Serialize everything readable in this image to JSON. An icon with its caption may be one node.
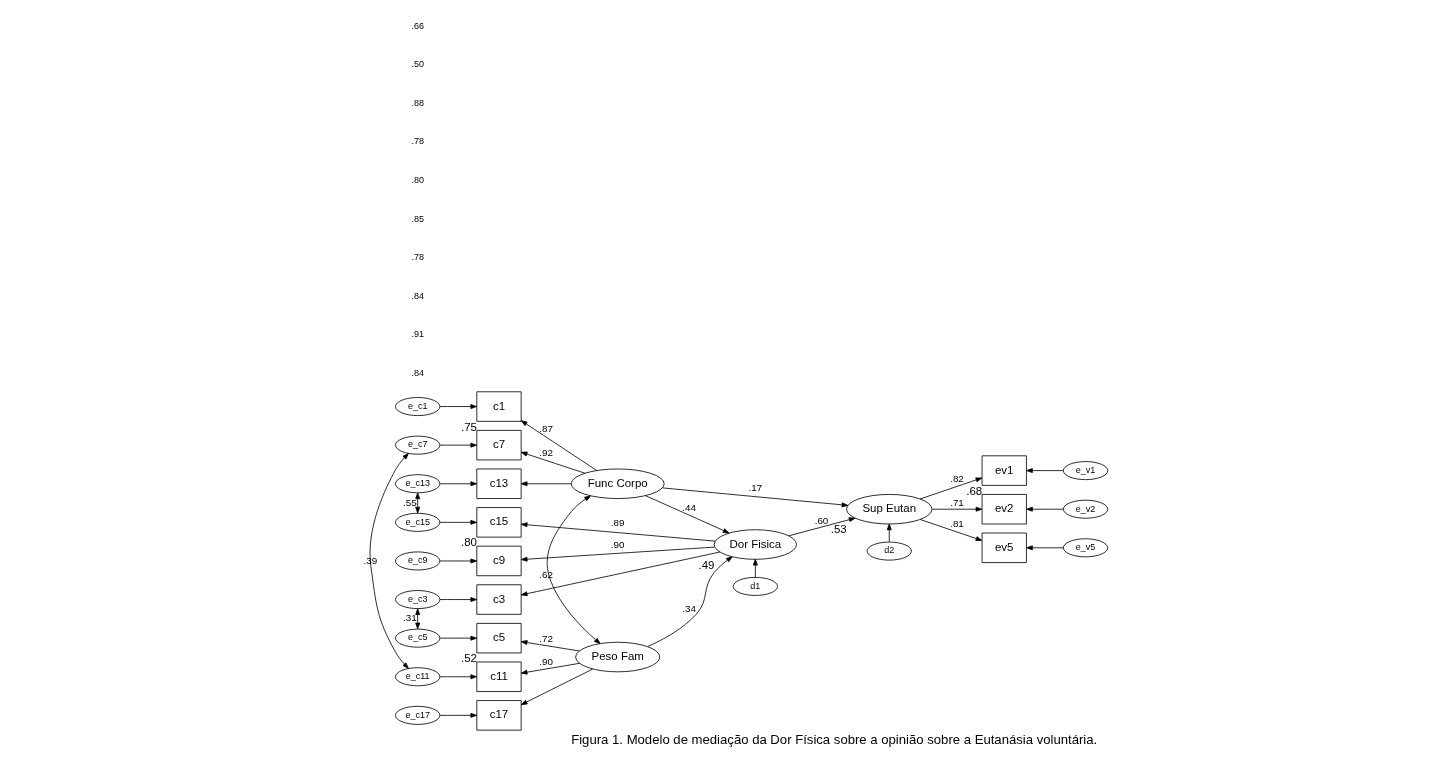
{
  "diagram": {
    "caption": "Figura 1. Modelo de mediação da Dor Física sobre a opinião sobre a Eutanásia voluntária.",
    "nodes": [
      {
        "text": [
          "e_c1"
        ]
      },
      {
        "text": [
          "c1"
        ],
        "beside": [
          ".75"
        ]
      },
      {
        "text": [
          "Func Corpo"
        ]
      },
      {
        "text": [
          "e_c7"
        ]
      },
      {
        "text": [
          "c7"
        ]
      },
      {
        "text": [
          "e_c13"
        ]
      },
      {
        "text": [
          "c13"
        ]
      },
      {
        "text": [
          "d2"
        ]
      },
      {
        "text": [
          "Sup Eutan"
        ],
        "beside": [
          ".53"
        ]
      },
      {
        "text": [
          "ev1"
        ],
        "beside": [
          ".68"
        ]
      },
      {
        "text": [
          "e_v1"
        ]
      },
      {
        "text": [
          "ev2"
        ]
      },
      {
        "text": [
          "e_v2"
        ]
      },
      {
        "text": [
          "ev5"
        ]
      },
      {
        "text": [
          "e_v5"
        ]
      },
      {
        "text": [
          "d1"
        ]
      },
      {
        "text": [
          "e_c15"
        ]
      },
      {
        "text": [
          "c15"
        ],
        "beside": [
          ".80"
        ]
      },
      {
        "text": [
          "Dor Fisica"
        ],
        "beside": [
          ".49"
        ]
      },
      {
        "text": [
          "e_c9"
        ]
      },
      {
        "text": [
          "c9"
        ]
      },
      {
        "text": [
          "e_c3"
        ]
      },
      {
        "text": [
          "c3"
        ]
      },
      {
        "text": [
          "e_c5"
        ]
      },
      {
        "text": [
          "c5"
        ],
        "beside": [
          ".52"
        ]
      },
      {
        "text": [
          "e_c11"
        ]
      },
      {
        "text": [
          "c11"
        ]
      },
      {
        "text": [
          "Peso Fam"
        ]
      },
      {
        "text": [
          "e_c17"
        ]
      },
      {
        "text": [
          "c17"
        ]
      }
    ],
    "edges": [
      {
        "from": 0,
        "to": 1,
        "arrow": "to"
      },
      {
        "from": 3,
        "to": 4,
        "arrow": "to"
      },
      {
        "from": 5,
        "to": 6,
        "arrow": "to"
      },
      {
        "from": 16,
        "to": 17,
        "arrow": "to"
      },
      {
        "from": 19,
        "to": 20,
        "arrow": "to"
      },
      {
        "from": 21,
        "to": 22,
        "arrow": "to"
      },
      {
        "from": 23,
        "to": 24,
        "arrow": "to"
      },
      {
        "from": 25,
        "to": 26,
        "arrow": "to"
      },
      {
        "from": 28,
        "to": 29,
        "arrow": "to"
      },
      {
        "from": 10,
        "to": 9,
        "arrow": "to"
      },
      {
        "from": 12,
        "to": 11,
        "arrow": "to"
      },
      {
        "from": 14,
        "to": 13,
        "arrow": "to"
      },
      {
        "from": 2,
        "to": 1,
        "arrow": "to",
        "label": ".87"
      },
      {
        "from": 2,
        "to": 4,
        "arrow": "to",
        "label": ".92"
      },
      {
        "from": 2,
        "to": 6,
        "arrow": "to"
      },
      {
        "from": 18,
        "to": 17,
        "arrow": "to",
        "label": ".89"
      },
      {
        "from": 18,
        "to": 20,
        "arrow": "to",
        "label": ".90"
      },
      {
        "from": 18,
        "to": 22,
        "arrow": "to"
      },
      {
        "from": 27,
        "to": 24,
        "arrow": "to",
        "label": ".72"
      },
      {
        "from": 27,
        "to": 26,
        "arrow": "to",
        "label": ".90"
      },
      {
        "from": 27,
        "to": 29,
        "arrow": "to"
      },
      {
        "from": 8,
        "to": 9,
        "arrow": "to",
        "label": ".82"
      },
      {
        "from": 8,
        "to": 11,
        "arrow": "to",
        "label": ".71"
      },
      {
        "from": 8,
        "to": 13,
        "arrow": "to",
        "label": ".81"
      },
      {
        "from": 2,
        "to": 18,
        "arrow": "to",
        "label": ".44"
      },
      {
        "from": 2,
        "to": 8,
        "arrow": "to",
        "label": ".17"
      },
      {
        "from": 18,
        "to": 8,
        "arrow": "to",
        "label": ".60"
      },
      {
        "from": 27,
        "to": 18,
        "arrow": "to",
        "label": ".34"
      },
      {
        "from": 2,
        "to": 27,
        "arrow": "both",
        "label": ".62"
      },
      {
        "from": 3,
        "to": 25,
        "arrow": "both",
        "label": ".39"
      },
      {
        "from": 5,
        "to": 16,
        "arrow": "both",
        "label": ".55"
      },
      {
        "from": 21,
        "to": 23,
        "arrow": "both",
        "label": ".31"
      },
      {
        "from": 15,
        "to": 18,
        "arrow": "to"
      },
      {
        "from": 7,
        "to": 8,
        "arrow": "to"
      }
    ],
    "labels": [
      ".84",
      ".91",
      ".84",
      ".78",
      ".85",
      ".80",
      ".78",
      ".88",
      ".50",
      ".66"
    ]
  }
}
